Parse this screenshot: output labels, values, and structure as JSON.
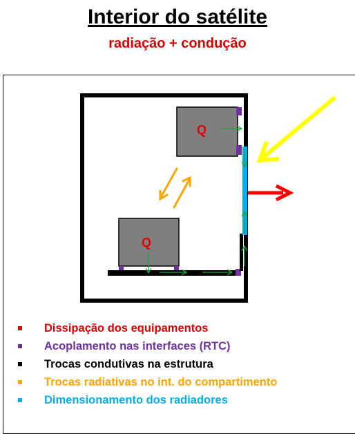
{
  "header": {
    "title": "Interior do satélite",
    "subtitle": "radiação + condução"
  },
  "diagram": {
    "heat_label_top": "Q",
    "heat_label_bottom": "Q"
  },
  "legend": [
    {
      "label": "Dissipação dos equipamentos",
      "color": "#e00000"
    },
    {
      "label": "Acoplamento nas interfaces (RTC)",
      "color": "#7030a0"
    },
    {
      "label": "Trocas condutivas na estrutura",
      "color": "#000000"
    },
    {
      "label": "Trocas radiativas no int. do compartimento",
      "color": "#ffa500"
    },
    {
      "label": "Dimensionamento dos radiadores",
      "color": "#00b0f0"
    }
  ]
}
